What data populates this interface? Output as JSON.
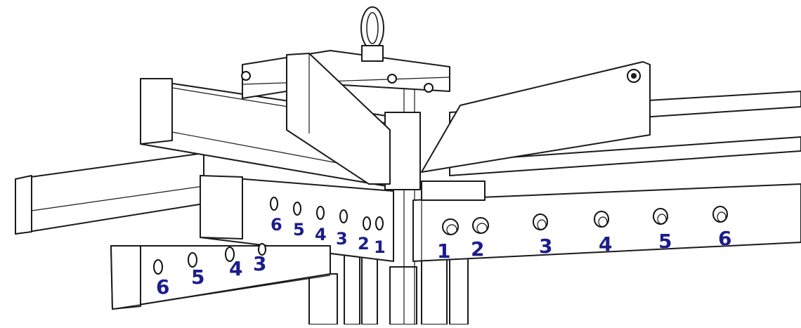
{
  "diagram": {
    "colors": {
      "line": "#1a1a1a",
      "label": "#1c1c8c",
      "background": "#ffffff"
    },
    "left_upper_arm_labels": [
      "6",
      "5",
      "4",
      "3",
      "2",
      "1"
    ],
    "left_lower_arm_labels": [
      "6",
      "5",
      "4",
      "3"
    ],
    "right_arm_labels": [
      "1",
      "2",
      "3",
      "4",
      "5",
      "6"
    ]
  }
}
